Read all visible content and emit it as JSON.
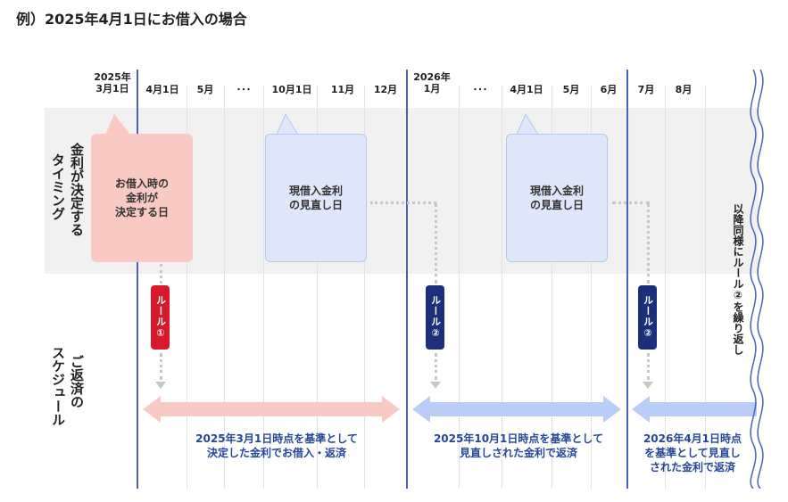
{
  "title": "例）2025年4月1日にお借入の場合",
  "months": [
    {
      "key": "m0",
      "line1": "2025年",
      "line2": "3月1日"
    },
    {
      "key": "m1",
      "line1": "",
      "line2": "4月1日"
    },
    {
      "key": "m2",
      "line1": "",
      "line2": "5月"
    },
    {
      "key": "m3",
      "line1": "",
      "line2": "･･･"
    },
    {
      "key": "m4",
      "line1": "",
      "line2": "10月1日"
    },
    {
      "key": "m5",
      "line1": "",
      "line2": "11月"
    },
    {
      "key": "m6",
      "line1": "",
      "line2": "12月"
    },
    {
      "key": "m7",
      "line1": "2026年",
      "line2": "1月"
    },
    {
      "key": "m8",
      "line1": "",
      "line2": "･･･"
    },
    {
      "key": "m9",
      "line1": "",
      "line2": "4月1日"
    },
    {
      "key": "m10",
      "line1": "",
      "line2": "5月"
    },
    {
      "key": "m11",
      "line1": "",
      "line2": "6月"
    },
    {
      "key": "m12",
      "line1": "",
      "line2": "7月"
    },
    {
      "key": "m13",
      "line1": "",
      "line2": "8月"
    }
  ],
  "row_labels": {
    "rate_timing_col1": "金利が決定する",
    "rate_timing_col2": "タイミング",
    "schedule_col1": "ご返済の",
    "schedule_col2": "スケジュール"
  },
  "bubbles": {
    "initial": {
      "line1": "お借入時の",
      "line2": "金利が",
      "line3": "決定する日"
    },
    "review1": {
      "line1": "現借入金利",
      "line2": "の見直し日"
    },
    "review2": {
      "line1": "現借入金利",
      "line2": "の見直し日"
    }
  },
  "rules": {
    "rule1": "ルール①",
    "rule2a": "ルール②",
    "rule2b": "ルール②"
  },
  "captions": {
    "period1": {
      "line1": "2025年3月1日時点を基準として",
      "line2": "決定した金利でお借入・返済"
    },
    "period2": {
      "line1": "2025年10月1日時点を基準として",
      "line2": "見直しされた金利で返済"
    },
    "period3": {
      "line1": "2026年4月1日時点",
      "line2": "を基準として見直し",
      "line3": "された金利で返済"
    }
  },
  "side_note": "以降同様にルール②を繰り返し",
  "colors": {
    "red_arrow": "#f9c9c4",
    "blue_arrow": "#b9cdf6",
    "rule_red": "#d71a2b",
    "rule_navy": "#1d2f7a",
    "caption": "#24479a",
    "marker_line": "#4a63b6"
  }
}
